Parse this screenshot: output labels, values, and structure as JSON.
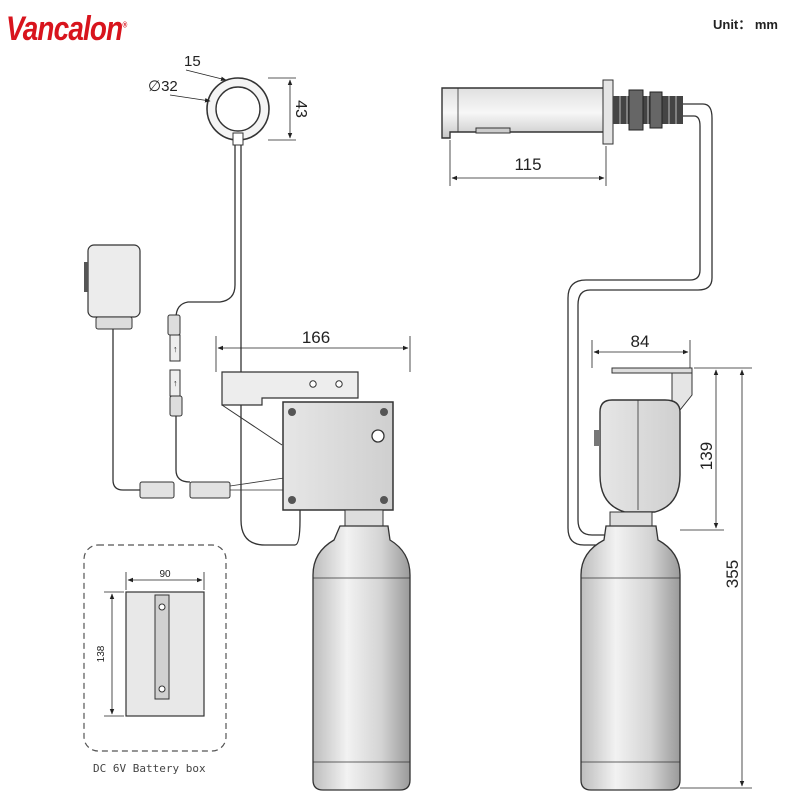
{
  "brand": {
    "name": "Vancalon",
    "mark": "®",
    "color": "#d8141d"
  },
  "unit_label": "Unit： mm",
  "dimensions": {
    "ring_wall": "15",
    "ring_diameter": "∅32",
    "ring_height": "43",
    "spout_length": "115",
    "box_width": "166",
    "bracket_width": "84",
    "box_height": "139",
    "total_height": "355",
    "battery_width": "90",
    "battery_height": "138"
  },
  "battery_caption": "DC 6V Battery box"
}
